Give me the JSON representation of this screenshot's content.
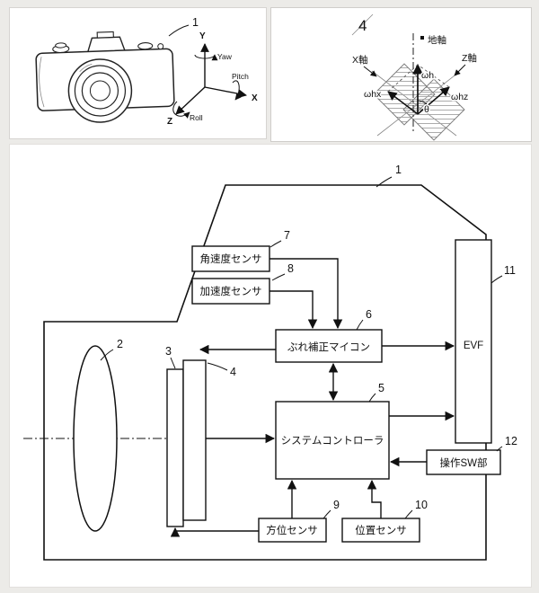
{
  "page": {
    "bg_color": "#ecebe8"
  },
  "camera_panel": {
    "ref": "1",
    "axes": {
      "x": "X",
      "y": "Y",
      "z": "Z",
      "yaw": "Yaw",
      "pitch": "Pitch",
      "roll": "Roll"
    }
  },
  "axis_panel": {
    "fig_no": "4",
    "earth_axis_label": "地軸",
    "x_axis_label": "X軸",
    "z_axis_label": "Z軸",
    "omega_h": "ωh",
    "omega_hx": "ωhx",
    "omega_hz": "ωhz",
    "theta": "θ"
  },
  "block_diagram": {
    "body_ref": "1",
    "blocks": {
      "lens": {
        "ref": "2"
      },
      "shutter": {
        "ref": "3"
      },
      "stabilizer": {
        "ref": "4"
      },
      "sys_ctrl": {
        "ref": "5",
        "label": "システムコントローラ"
      },
      "blur_mcu": {
        "ref": "6",
        "label": "ぶれ補正マイコン"
      },
      "gyro": {
        "ref": "7",
        "label": "角速度センサ"
      },
      "accel": {
        "ref": "8",
        "label": "加速度センサ"
      },
      "azimuth": {
        "ref": "9",
        "label": "方位センサ"
      },
      "position": {
        "ref": "10",
        "label": "位置センサ"
      },
      "evf": {
        "ref": "11",
        "label": "EVF"
      },
      "op_sw": {
        "ref": "12",
        "label": "操作SW部"
      }
    }
  }
}
